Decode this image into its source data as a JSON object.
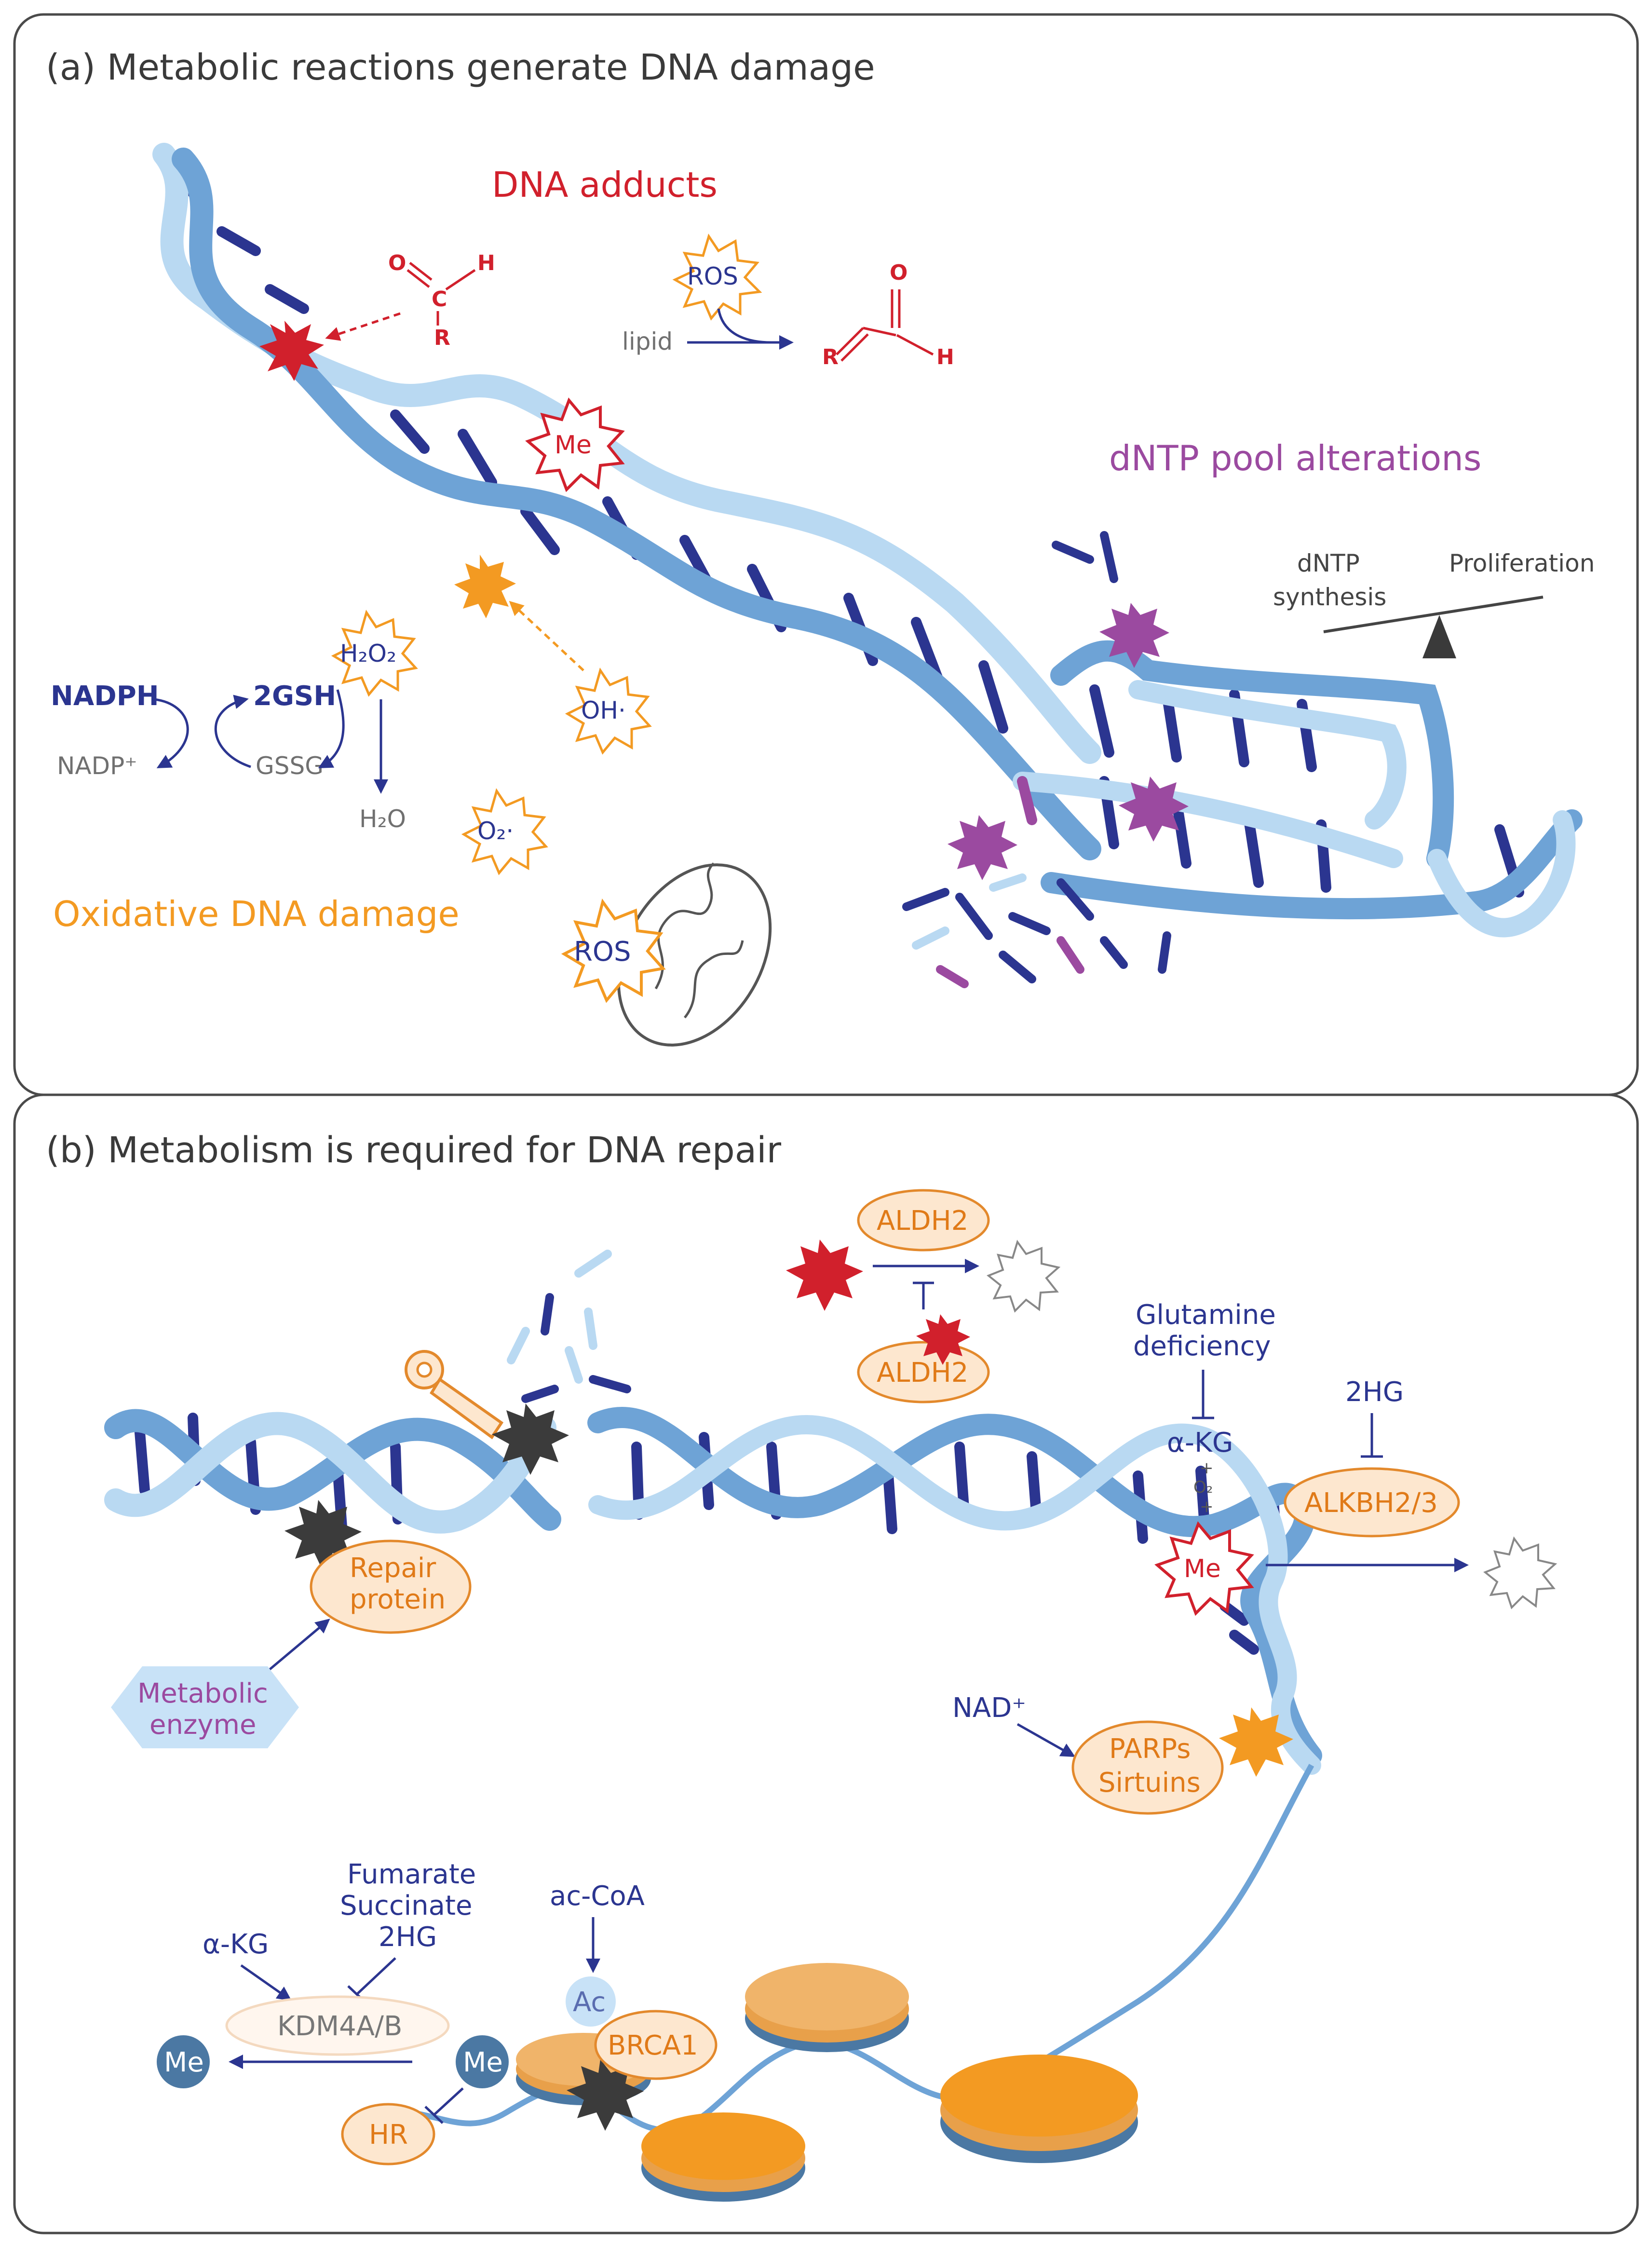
{
  "panel_a": {
    "title": "(a) Metabolic reactions generate DNA damage",
    "dna_adducts": "DNA adducts",
    "aldehyde_o": "O",
    "aldehyde_h": "H",
    "aldehyde_c": "C",
    "aldehyde_r": "R",
    "ros_top": "ROS",
    "lipid": "lipid",
    "enal_o": "O",
    "enal_r": "R",
    "enal_h": "H",
    "me": "Me",
    "dntp_head": "dNTP pool alterations",
    "dntp_synthesis_1": "dNTP",
    "dntp_synthesis_2": "synthesis",
    "proliferation": "Proliferation",
    "h2o2": "H₂O₂",
    "nadph": "NADPH",
    "gsh": "2GSH",
    "nadp": "NADP⁺",
    "gssg": "GSSG",
    "h2o": "H₂O",
    "oh": "OH·",
    "o2": "O₂·",
    "ros_bottom": "ROS",
    "oxidative_head": "Oxidative DNA damage"
  },
  "panel_b": {
    "title": "(b) Metabolism is required for DNA repair",
    "aldh2_top": "ALDH2",
    "aldh2_bottom": "ALDH2",
    "glutamine_1": "Glutamine",
    "glutamine_2": "deficiency",
    "akg": "α-KG",
    "plus1": "+",
    "o2": "O₂",
    "plus2": "+",
    "twohg": "2HG",
    "alkbh": "ALKBH2/3",
    "me": "Me",
    "repair_1": "Repair",
    "repair_2": "protein",
    "metabolic_1": "Metabolic",
    "metabolic_2": "enzyme",
    "nad": "NAD⁺",
    "parps": "PARPs",
    "sirtuins": "Sirtuins",
    "fumarate": "Fumarate",
    "succinate": "Succinate",
    "twohg_b": "2HG",
    "akg_b": "α-KG",
    "kdm": "KDM4A/B",
    "me_left": "Me",
    "me_histone": "Me",
    "hr": "HR",
    "accoa": "ac-CoA",
    "ac": "Ac",
    "brca1": "BRCA1"
  },
  "colors": {
    "navy": "#2b3590",
    "dna_light": "#b9d9f2",
    "dna_mid": "#6ea3d6",
    "red": "#d1202c",
    "orange": "#f39a22",
    "purple": "#9b4aa0",
    "enzyme_fill": "#fde7cf",
    "enzyme_stroke": "#e3892c"
  }
}
